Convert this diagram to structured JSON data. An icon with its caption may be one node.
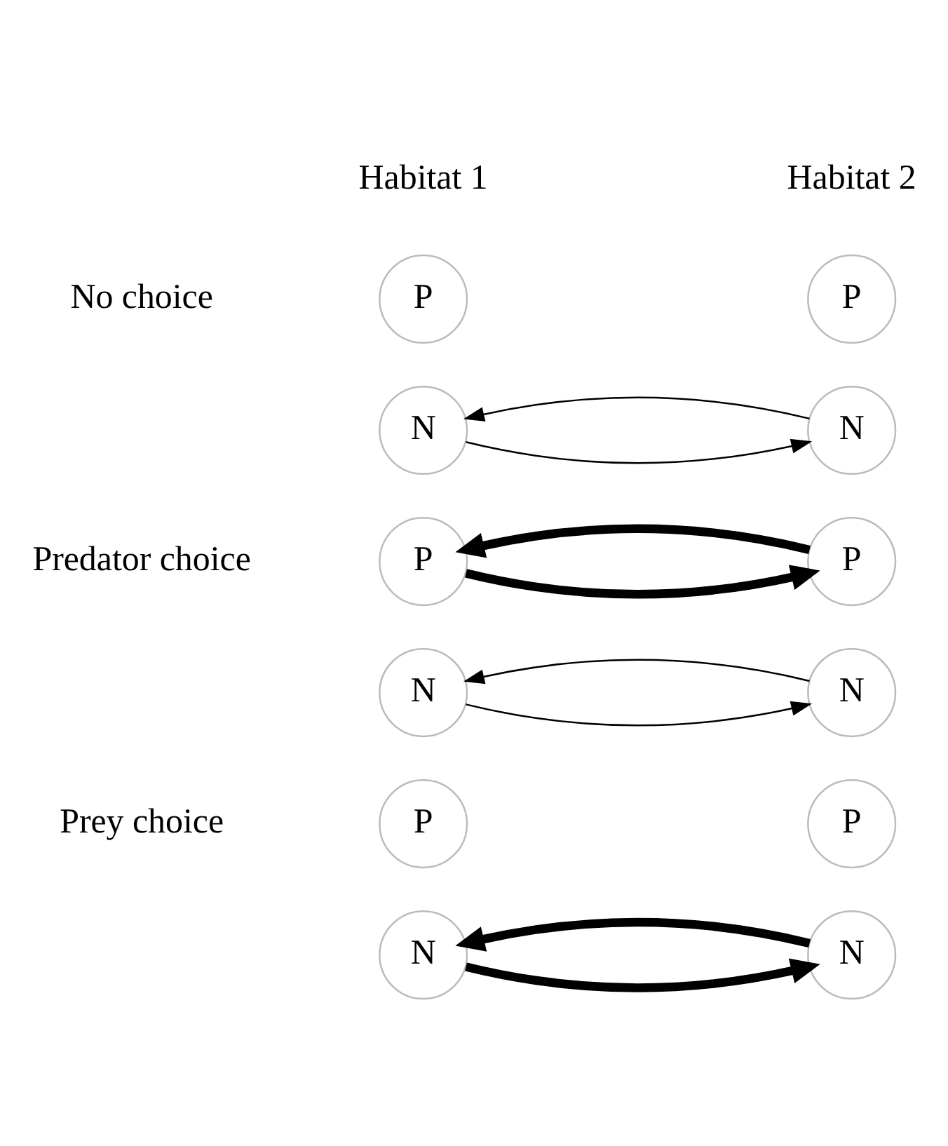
{
  "diagram": {
    "nodes": [
      {
        "text": [
          "P"
        ]
      },
      {
        "text": [
          "P"
        ]
      },
      {
        "text": [
          "N"
        ]
      },
      {
        "text": [
          "N"
        ]
      },
      {
        "text": [
          "P"
        ]
      },
      {
        "text": [
          "P"
        ]
      },
      {
        "text": [
          "N"
        ]
      },
      {
        "text": [
          "N"
        ]
      },
      {
        "text": [
          "P"
        ]
      },
      {
        "text": [
          "P"
        ]
      },
      {
        "text": [
          "N"
        ]
      },
      {
        "text": [
          "N"
        ]
      }
    ],
    "edges": [
      {
        "from": 2,
        "to": 3,
        "arrow": "to"
      },
      {
        "from": 3,
        "to": 2,
        "arrow": "to"
      },
      {
        "from": 4,
        "to": 5,
        "arrow": "to",
        "style": "thick"
      },
      {
        "from": 5,
        "to": 4,
        "arrow": "to",
        "style": "thick"
      },
      {
        "from": 6,
        "to": 7,
        "arrow": "to"
      },
      {
        "from": 7,
        "to": 6,
        "arrow": "to"
      },
      {
        "from": 10,
        "to": 11,
        "arrow": "to",
        "style": "thick"
      },
      {
        "from": 11,
        "to": 10,
        "arrow": "to",
        "style": "thick"
      }
    ],
    "labels": [
      "Habitat 1",
      "Habitat 2",
      "No choice",
      "Predator choice",
      "Prey choice"
    ]
  }
}
